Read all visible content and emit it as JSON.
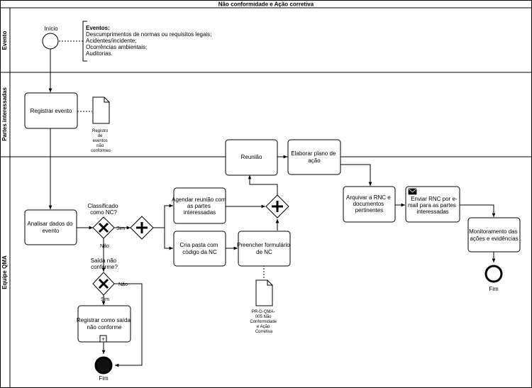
{
  "pool": {
    "title": "Não conformidade e Ação corretiva"
  },
  "lanes": [
    {
      "label": "Evento"
    },
    {
      "label": "Partes interessadas"
    },
    {
      "label": "Equipe QMA"
    }
  ],
  "events": {
    "start_label": "Início",
    "end1_label": "Fim",
    "end2_label": "Fim"
  },
  "annotation": {
    "title": "Eventos:",
    "lines": [
      "Descumprimentos de normas ou requisitos legais;",
      "Acidentes/incidente;",
      "Ocorrências ambientais;",
      "Auditorias."
    ]
  },
  "tasks": {
    "registrar_evento": [
      "Registrar evento"
    ],
    "analisar": [
      "Analisar dados do",
      "evento"
    ],
    "registrar_saida": [
      "Registrar como saída",
      "não conforme"
    ],
    "agendar": [
      "Agendar reunião com",
      "as partes",
      "interessadas"
    ],
    "cria_pasta": [
      "Cria pasta com",
      "código da NC"
    ],
    "preencher": [
      "Preencher formulário",
      "de NC"
    ],
    "reuniao": [
      "Reunião"
    ],
    "elaborar": [
      "Elaborar plano de",
      "ação"
    ],
    "arquivar": [
      "Arquivar a RNC e",
      "documentos",
      "pertinentes"
    ],
    "enviar": [
      "Enviar RNC por e-",
      "mail para as partes",
      "interessadas"
    ],
    "monitoramento": [
      "Monitoramento das",
      "ações e evidências"
    ]
  },
  "documents": {
    "doc1": [
      "Registro",
      "de",
      "eventos",
      "não",
      "conformes"
    ],
    "doc2": [
      "PR-G-QMA-",
      "005 Não",
      "Conformidade",
      "e Ação",
      "Corretiva"
    ]
  },
  "gateways": {
    "q1": [
      "Classificado",
      "como NC?"
    ],
    "q1_yes": "Sim",
    "q1_no": "Não",
    "q2": [
      "Saída não",
      "conforme?"
    ],
    "q2_yes": "Sim",
    "q2_no": "Não"
  },
  "subprocess_marker": "+"
}
